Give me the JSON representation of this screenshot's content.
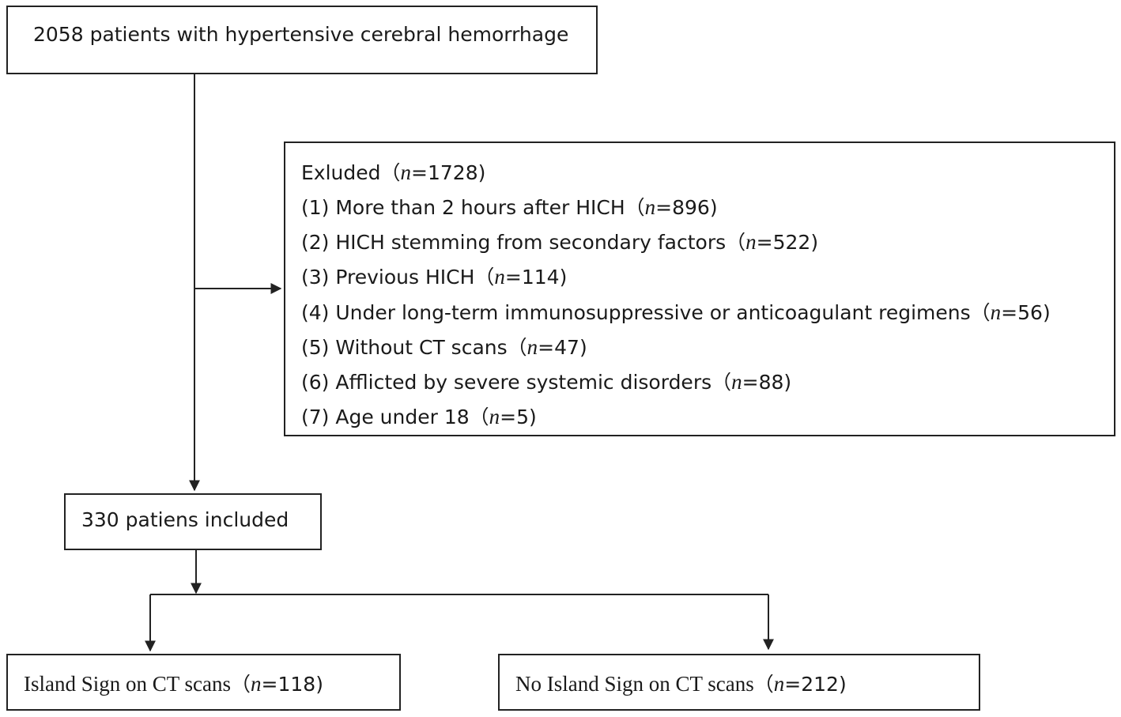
{
  "total": {
    "text": "2058 patients with hypertensive cerebral hemorrhage"
  },
  "excluded": {
    "header": {
      "label": "Exluded",
      "n_prefix": "n",
      "n_value": "=1728"
    },
    "items": [
      {
        "label": "(1) More than 2 hours after HICH",
        "n_prefix": "n",
        "n_value": "=896"
      },
      {
        "label": "(2) HICH stemming from secondary factors",
        "n_prefix": "n",
        "n_value": "=522"
      },
      {
        "label": "(3) Previous HICH",
        "n_prefix": "n",
        "n_value": "=114"
      },
      {
        "label": "(4) Under long-term immunosuppressive or anticoagulant regimens",
        "n_prefix": "n",
        "n_value": "=56"
      },
      {
        "label": "(5) Without CT scans",
        "n_prefix": "n",
        "n_value": "=47"
      },
      {
        "label": "(6) Afflicted by severe systemic disorders",
        "n_prefix": "n",
        "n_value": "=88"
      },
      {
        "label": "(7) Age under 18",
        "n_prefix": "n",
        "n_value": "=5"
      }
    ]
  },
  "included": {
    "text": "330 patiens included"
  },
  "island_sign": {
    "label": "Island Sign on CT scans",
    "n_prefix": "n",
    "n_value": "=118"
  },
  "no_island_sign": {
    "label": "No Island Sign on CT scans",
    "n_prefix": "n",
    "n_value": "=212"
  },
  "colors": {
    "line": "#222222",
    "text": "#1a1a1a",
    "background": "#ffffff"
  }
}
